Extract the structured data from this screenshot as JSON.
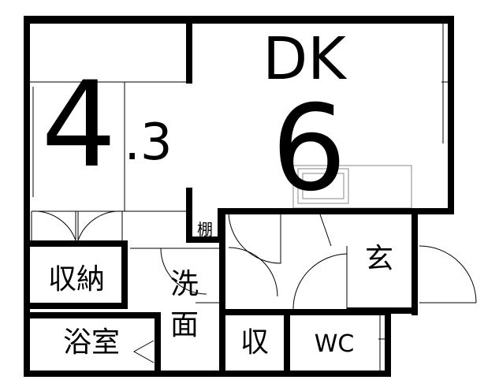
{
  "floorplan": {
    "rooms": {
      "western_room": {
        "size_whole": "4",
        "size_decimal": ".3"
      },
      "dining_kitchen": {
        "type": "DK",
        "size": "6"
      },
      "storage_main": {
        "label": "収納"
      },
      "washroom": {
        "label_1": "洗",
        "label_2": "面"
      },
      "bathroom": {
        "label": "浴室"
      },
      "storage_small": {
        "label": "収"
      },
      "toilet": {
        "label": "WC"
      },
      "entrance": {
        "label": "玄"
      },
      "shelf": {
        "label": "棚"
      }
    }
  }
}
